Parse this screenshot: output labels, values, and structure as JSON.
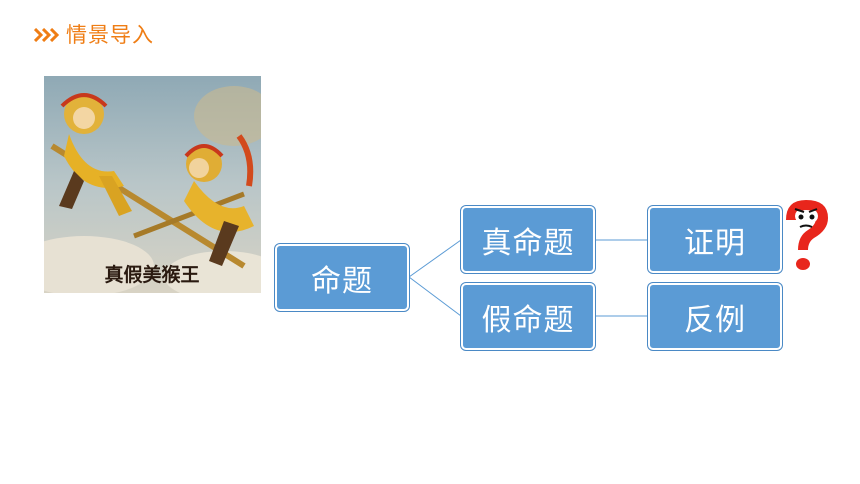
{
  "header": {
    "title": "情景导入",
    "icon": "triple-chevron-icon",
    "accent_color": "#ef7d14"
  },
  "image": {
    "subject": "monkey-king-illustration",
    "caption": "真假美猴王"
  },
  "diagram": {
    "box_color": "#5b9bd5",
    "line_color": "#5b9bd5",
    "root": "命题",
    "true_branch": "真命题",
    "false_branch": "假命题",
    "true_action": "证明",
    "false_action": "反例",
    "question_icon": "red-question-mark-icon"
  }
}
